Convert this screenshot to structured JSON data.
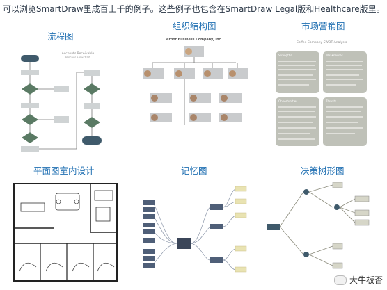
{
  "intro": "可以浏览SmartDraw里成百上千的例子。这些例子也包含在SmartDraw Legal版和Healthcare版里。",
  "sections": [
    {
      "title": "流程图"
    },
    {
      "title": "组织结构图"
    },
    {
      "title": "市场营销图"
    },
    {
      "title": "平面图室内设计"
    },
    {
      "title": "记忆图"
    },
    {
      "title": "决策树形图"
    }
  ],
  "flowchart": {
    "heading": "Accounts Receivable",
    "subheading": "Process Flowchart"
  },
  "org": {
    "company": "Arbor Business Company, Inc."
  },
  "swot": {
    "heading": "Coffee Company SWOT Analysis",
    "quadrants": [
      "Strengths",
      "Weaknesses",
      "Opportunities",
      "Threats"
    ]
  },
  "watermark": "大牛板否",
  "colors": {
    "title": "#1f6fb2",
    "text": "#2f3b4a",
    "accent_green": "#5a7a64",
    "swot_box": "#bfc1b8",
    "mind_node": "#4f5f78",
    "mind_leaf": "#e9e3b2"
  }
}
